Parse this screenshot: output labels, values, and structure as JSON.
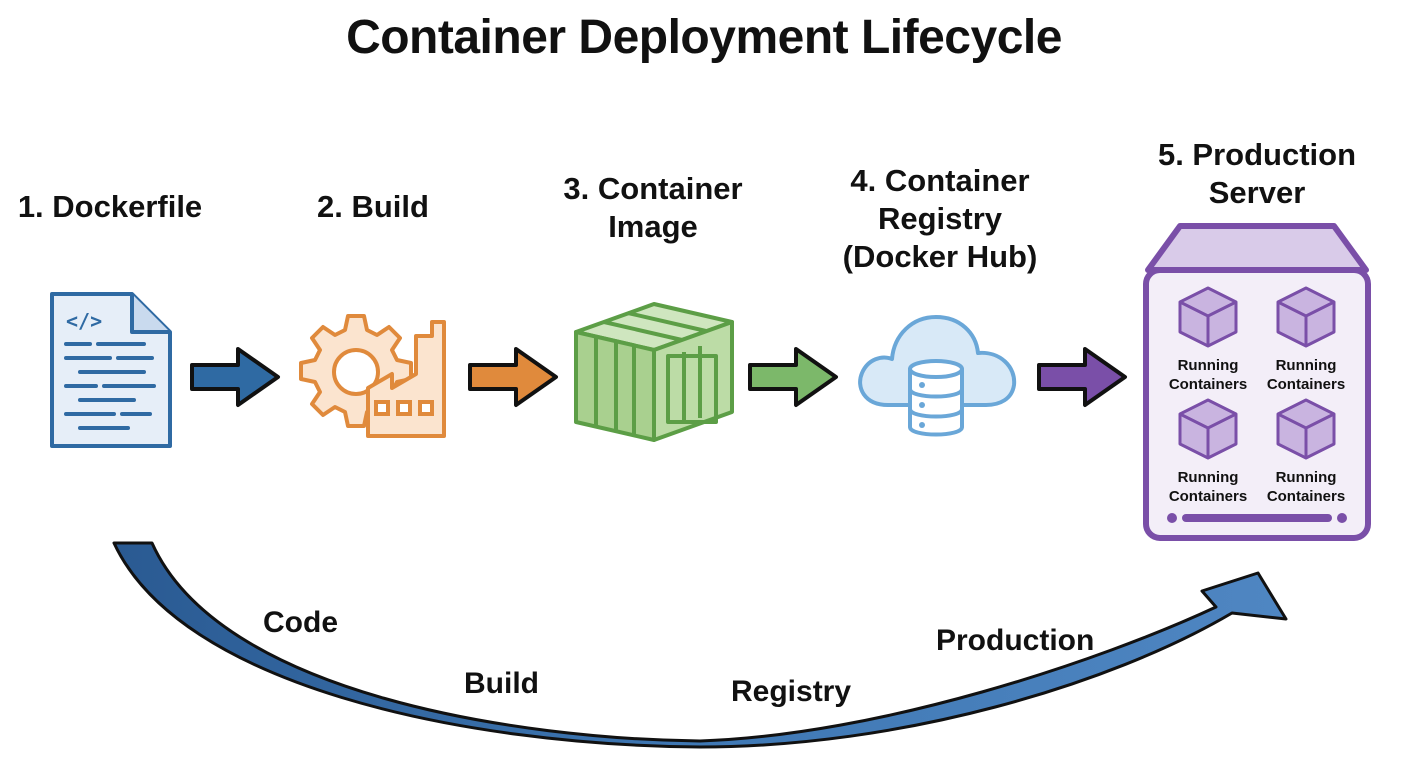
{
  "title": "Container Deployment Lifecycle",
  "stages": [
    {
      "label": "1. Dockerfile",
      "icon": "code-document-icon",
      "color": "#2f6aa3"
    },
    {
      "label": "2. Build",
      "icon": "gear-factory-icon",
      "color": "#e08a3c"
    },
    {
      "label": "3. Container\nImage",
      "icon": "shipping-container-icon",
      "color": "#5c9e46"
    },
    {
      "label": "4. Container\nRegistry\n(Docker Hub)",
      "icon": "cloud-database-icon",
      "color": "#6aa7d8"
    },
    {
      "label": "5. Production\nServer",
      "icon": "server-icon",
      "color": "#7a4fa8"
    }
  ],
  "arrow_colors": [
    "#2f6aa3",
    "#e08a3c",
    "#5c9e46",
    "#7a4fa8"
  ],
  "running_containers": [
    {
      "label": "Running\nContainers"
    },
    {
      "label": "Running\nContainers"
    },
    {
      "label": "Running\nContainers"
    },
    {
      "label": "Running\nContainers"
    }
  ],
  "flow_labels": {
    "code": "Code",
    "build": "Build",
    "registry": "Registry",
    "production": "Production"
  }
}
